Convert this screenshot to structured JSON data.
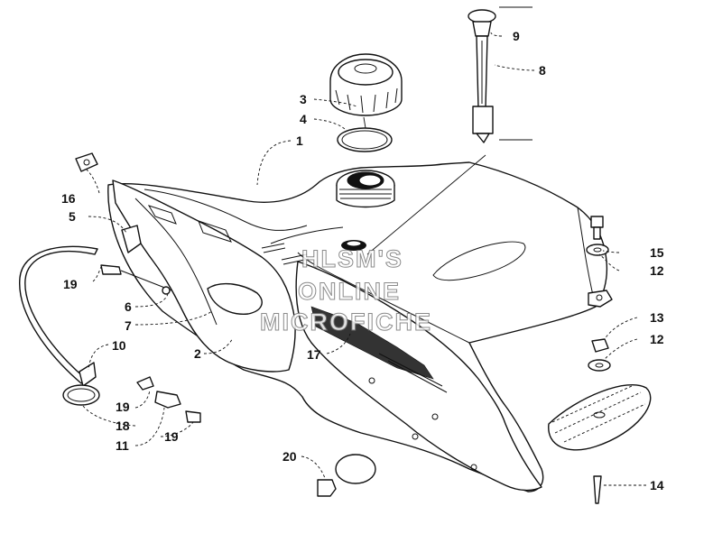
{
  "callouts": [
    {
      "id": "c1",
      "label": "1"
    },
    {
      "id": "c2",
      "label": "2"
    },
    {
      "id": "c3",
      "label": "3"
    },
    {
      "id": "c4",
      "label": "4"
    },
    {
      "id": "c5",
      "label": "5"
    },
    {
      "id": "c6",
      "label": "6"
    },
    {
      "id": "c7",
      "label": "7"
    },
    {
      "id": "c8",
      "label": "8"
    },
    {
      "id": "c9",
      "label": "9"
    },
    {
      "id": "c10",
      "label": "10"
    },
    {
      "id": "c11",
      "label": "11"
    },
    {
      "id": "c12a",
      "label": "12"
    },
    {
      "id": "c12b",
      "label": "12"
    },
    {
      "id": "c13",
      "label": "13"
    },
    {
      "id": "c14",
      "label": "14"
    },
    {
      "id": "c15",
      "label": "15"
    },
    {
      "id": "c16",
      "label": "16"
    },
    {
      "id": "c17",
      "label": "17"
    },
    {
      "id": "c18",
      "label": "18"
    },
    {
      "id": "c19a",
      "label": "19"
    },
    {
      "id": "c19b",
      "label": "19"
    },
    {
      "id": "c19c",
      "label": "19"
    },
    {
      "id": "c20",
      "label": "20"
    }
  ],
  "watermark": {
    "line1": "HLSM'S",
    "line2": "ONLINE",
    "line3": "MICROFICHE"
  }
}
